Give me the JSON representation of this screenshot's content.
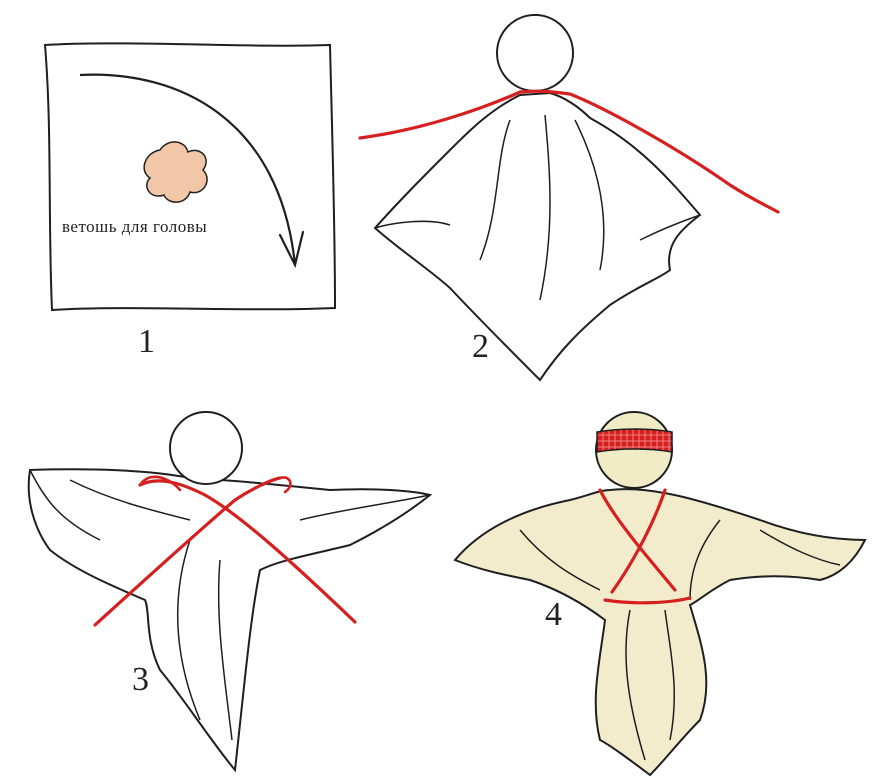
{
  "steps": [
    {
      "number": "1",
      "caption": "ветошь для головы"
    },
    {
      "number": "2"
    },
    {
      "number": "3"
    },
    {
      "number": "4"
    }
  ],
  "colors": {
    "background": "#ffffff",
    "outline": "#1f1f1f",
    "thread": "#d62020",
    "padding": "#f2c7a7",
    "fabric_tinted": "#f3eccc",
    "head_tinted": "#f2ecc6",
    "headband": "#d62020"
  }
}
